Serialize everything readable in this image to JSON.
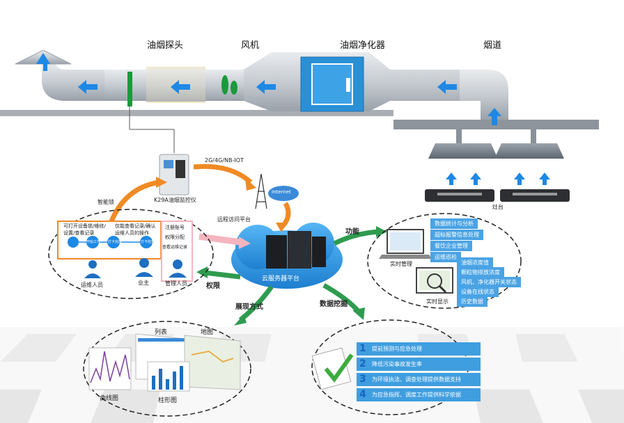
{
  "labels": {
    "sensor": "油烟探头",
    "fan": "风机",
    "purifier": "油烟净化器",
    "duct": "烟道",
    "stove": "灶台",
    "monitor": "K29A油烟监控仪",
    "network": "2G/4G/NB-IOT",
    "internet": "Internet",
    "remote_access": "远程访问平台",
    "cloud": "云服务器平台",
    "function": "功能",
    "permission": "权限",
    "display_mode": "展现方式",
    "data_mining": "数据挖掘",
    "smart_lock": "智能锁",
    "list": "列表",
    "map": "地图",
    "curve": "曲线图",
    "bar": "柱形图",
    "realtime_manage": "实时管理",
    "realtime_display": "实时显示"
  },
  "workflow": {
    "box_left_text": "可打开设备锁/维修/设置/查看记录",
    "box_mid_text": "仅能查看记录/确认运维人员的操作",
    "box_right_text_1": "注册账号",
    "box_right_text_2": "权限分配",
    "box_right_text_3": "查看运维记录",
    "step1": "开始工作",
    "step2": "打卡完成",
    "step3": "打卡检查",
    "role_ops": "运维人员",
    "role_owner": "业主",
    "role_admin": "管理人员"
  },
  "functions_top": [
    "数据统计与分析",
    "超标报警信息处理",
    "餐饮企业管理",
    "运维巡检"
  ],
  "functions_bottom": [
    "油烟浓度值",
    "颗粒物排放浓度",
    "风机、净化器开关状态",
    "设备在线状态",
    "历史数据"
  ],
  "data_mining_items": [
    {
      "num": "1",
      "text": "提前预测与应急处理"
    },
    {
      "num": "2",
      "text": "降低污染事故发生率"
    },
    {
      "num": "3",
      "text": "为环境执法、调查处理提供数据支持"
    },
    {
      "num": "4",
      "text": "为应急指挥、调度工作提供科学依据"
    }
  ],
  "colors": {
    "arrow_blue": "#1e88e5",
    "duct_gray": "#c9cdd2",
    "purifier_blue": "#2b8fd6",
    "cloud_blue": "#2f9be6",
    "green_arrow": "#2e9b4e",
    "orange_arrow": "#f08a24",
    "pink_arrow": "#f5b5bf",
    "sensor_green": "#1a9a3a"
  }
}
